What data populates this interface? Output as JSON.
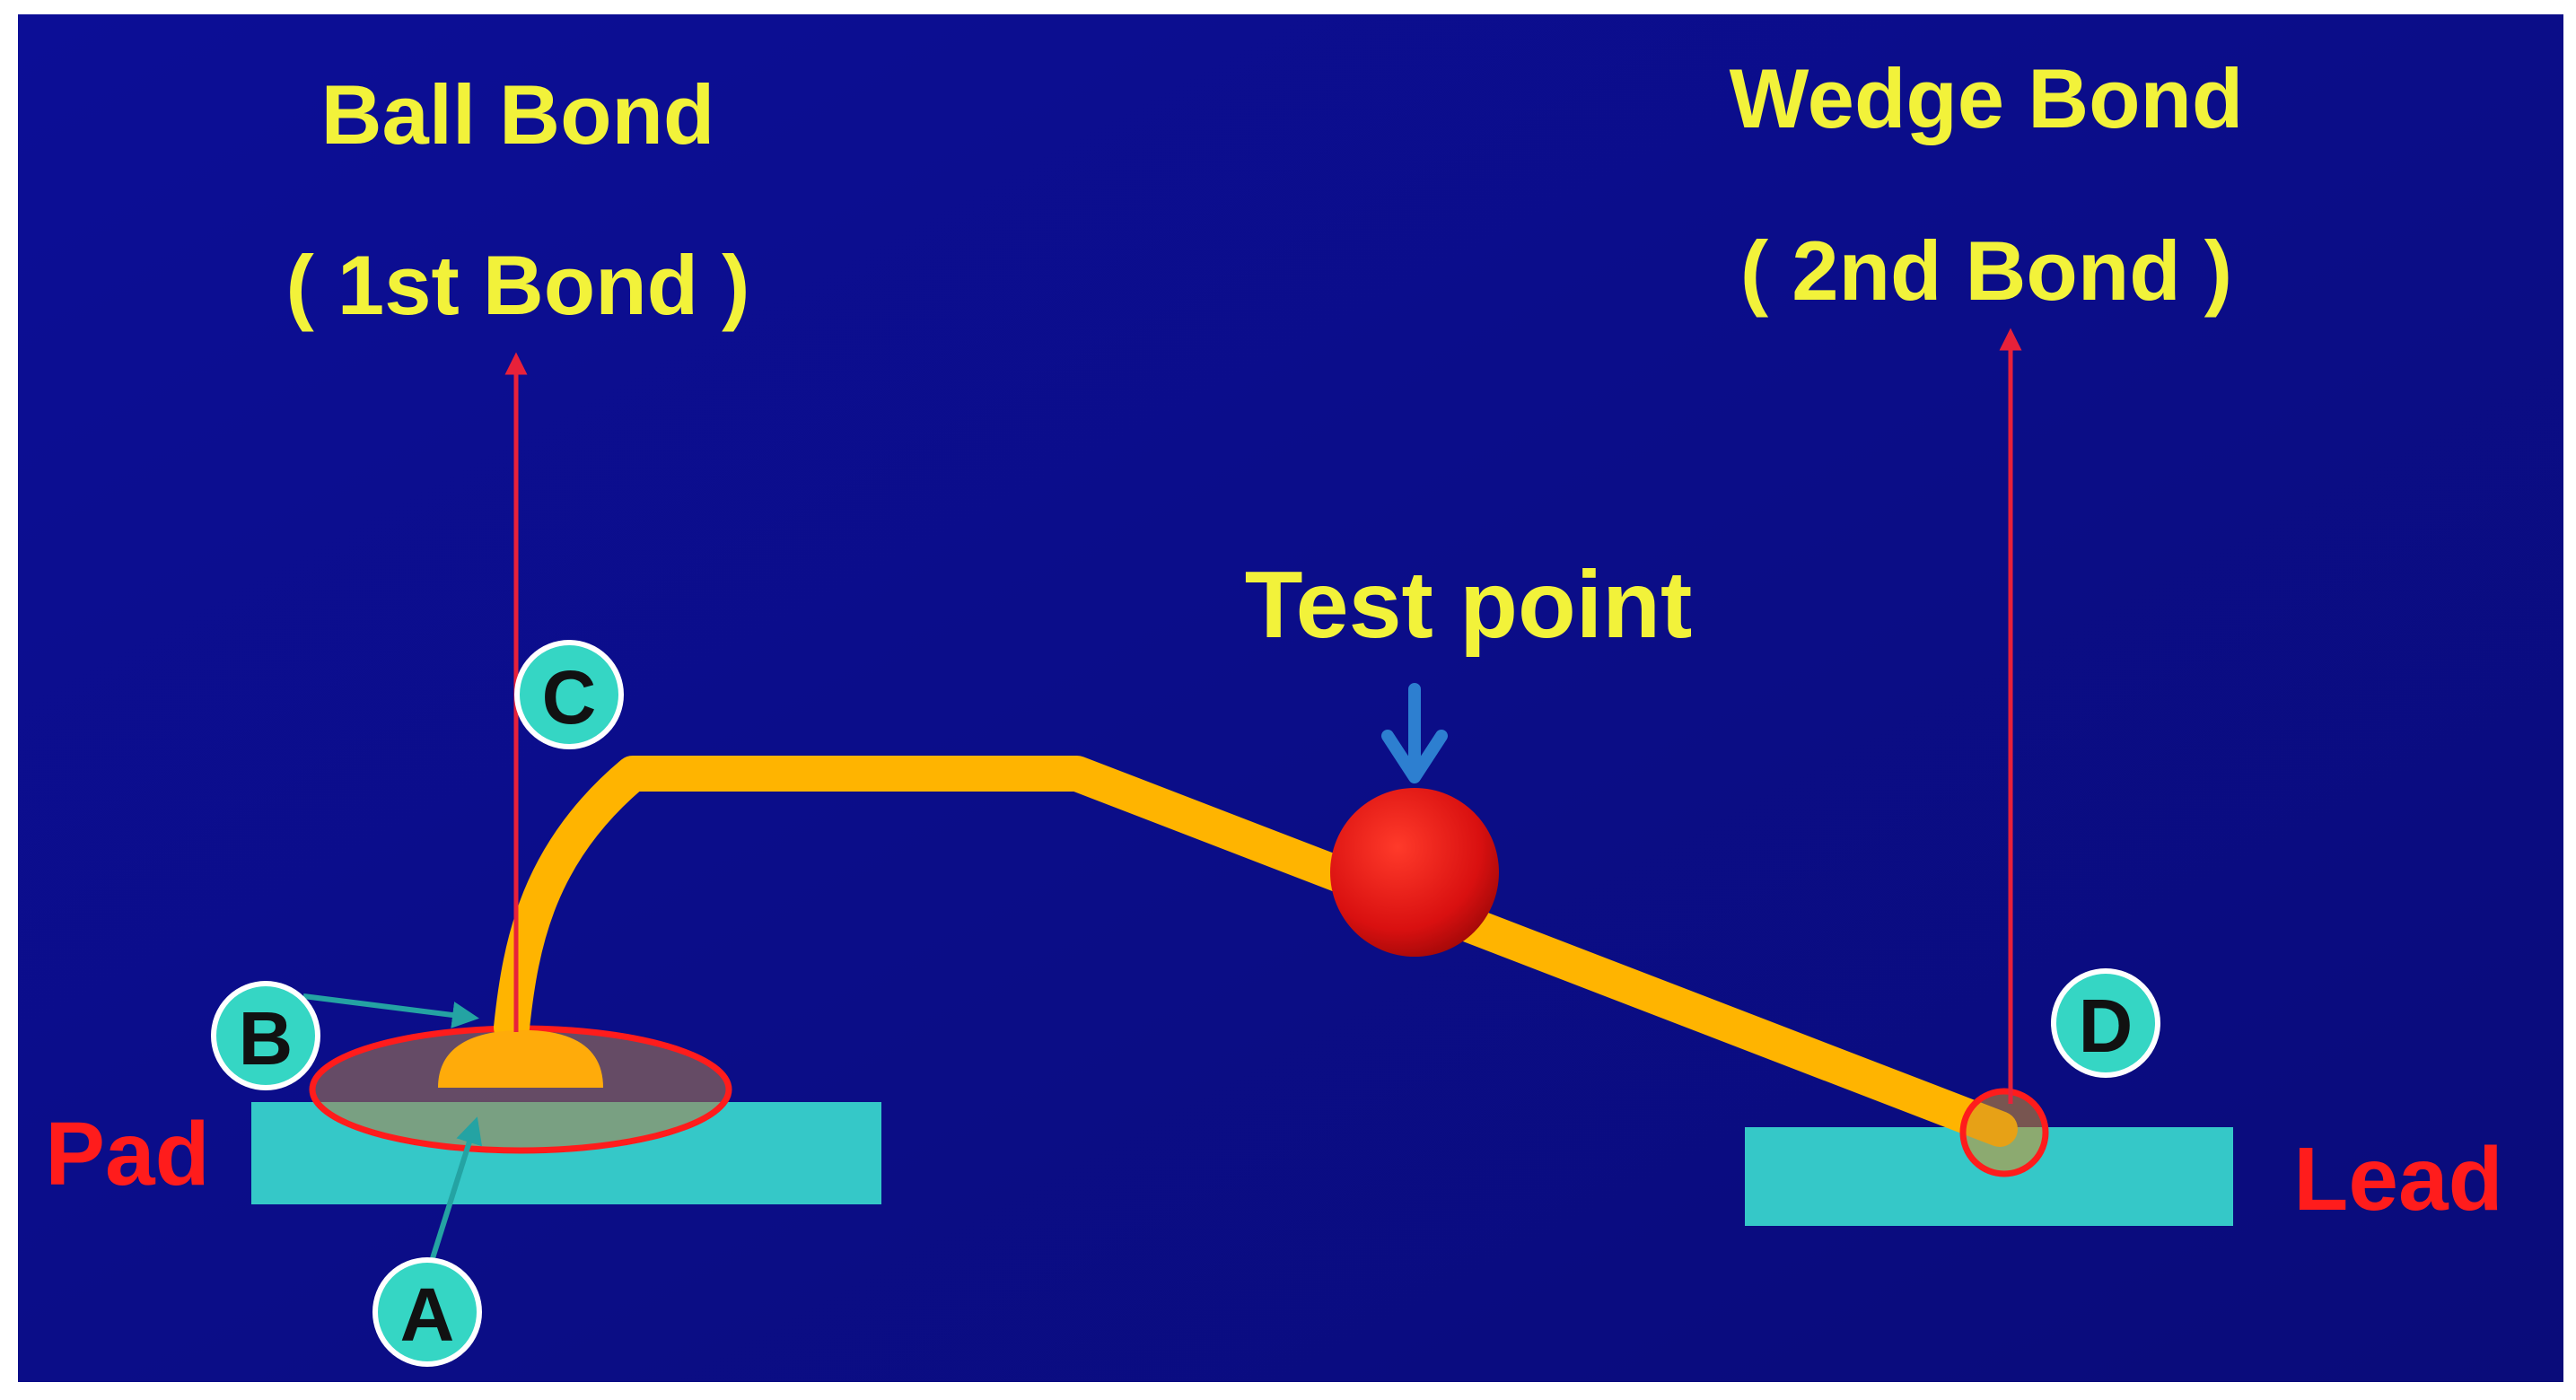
{
  "labels": {
    "ball_bond": "Ball Bond",
    "first_bond": "( 1st Bond )",
    "wedge_bond": "Wedge Bond",
    "second_bond": "( 2nd Bond )",
    "test_point": "Test point",
    "pad": "Pad",
    "lead": "Lead"
  },
  "markers": {
    "a": "A",
    "b": "B",
    "c": "C",
    "d": "D"
  },
  "colors": {
    "background": "#0d0f92",
    "wire": "#ffb400",
    "label_yellow": "#f2f23a",
    "label_red": "#ff1c1c",
    "pull_line": "#e8213a",
    "substrate": "#35c8c8",
    "marker_fill": "#35d6c4",
    "test_ball": "#e41414"
  }
}
